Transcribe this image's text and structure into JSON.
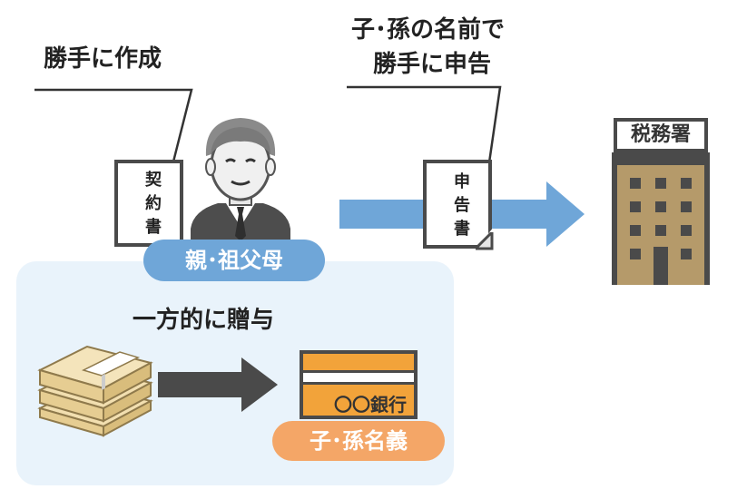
{
  "callouts": {
    "left_caption": "勝手に作成",
    "right_caption_line1": "子･孫の名前で",
    "right_caption_line2": "勝手に申告"
  },
  "documents": {
    "contract": "契約書",
    "declaration": "申告書"
  },
  "labels": {
    "parent": "親･祖父母",
    "child_account": "子･孫名義",
    "gift": "一方的に贈与",
    "tax_office": "税務署",
    "bank": "〇〇銀行"
  },
  "colors": {
    "blue_accent": "#6fa6d8",
    "orange_accent": "#f4a667",
    "panel_bg": "#e9f3fb",
    "building": "#b59a6a",
    "dark": "#4a4a4a"
  }
}
